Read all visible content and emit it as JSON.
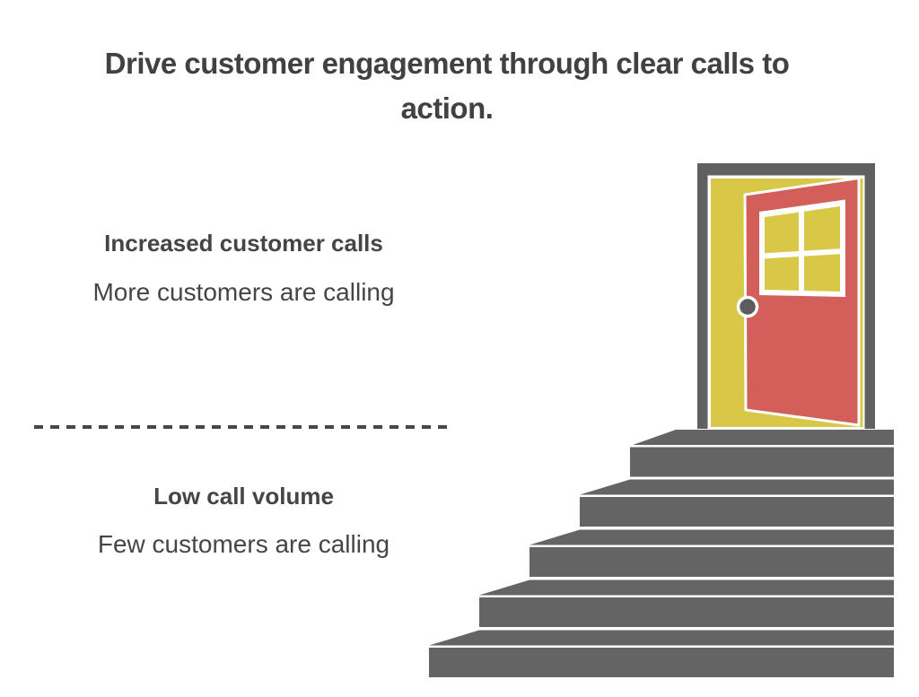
{
  "title": {
    "line1": "Drive customer engagement through clear calls to",
    "line2": "action."
  },
  "sections": {
    "top": {
      "heading": "Increased customer calls",
      "subtext": "More customers are calling"
    },
    "bottom": {
      "heading": "Low call volume",
      "subtext": "Few customers are calling"
    }
  },
  "illustration": {
    "name": "open-door-at-top-of-staircase",
    "steps_count": 5
  },
  "colors": {
    "background": "#ffffff",
    "text_dark": "#454545",
    "title_gray": "#414141",
    "divider_gray": "#474747",
    "frame_gray": "#606060",
    "stairs_gray": "#646464",
    "knob_gray": "#5c5c5c",
    "door_red": "#d25f5a",
    "door_yellow": "#d9c845",
    "outline_white": "#ffffff"
  }
}
